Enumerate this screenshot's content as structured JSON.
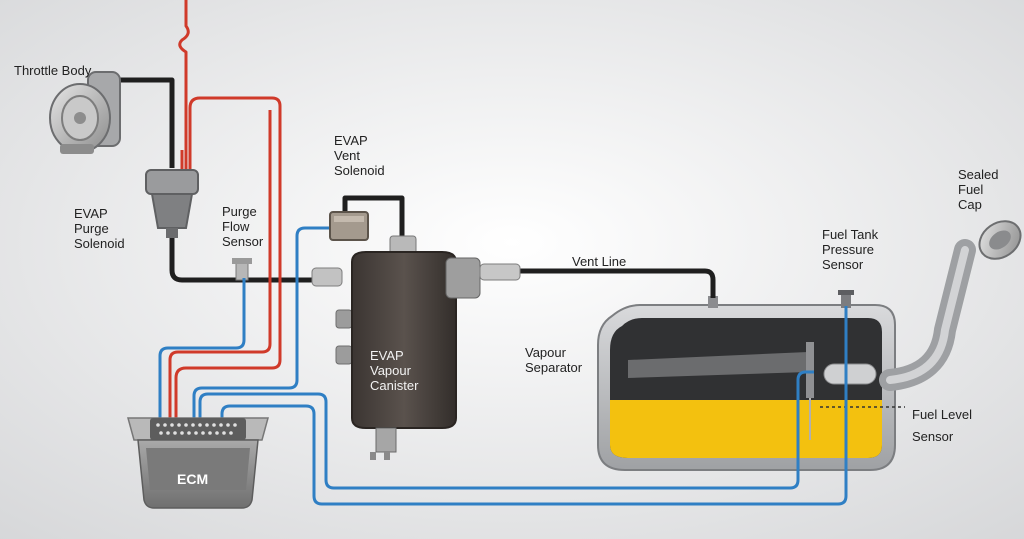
{
  "labels": {
    "throttle_body": "Throttle Body",
    "evap_purge_solenoid": "EVAP\nPurge\nSolenoid",
    "purge_flow_sensor": "Purge\nFlow\nSensor",
    "evap_vent_solenoid": "EVAP\nVent\nSolenoid",
    "evap_vapour_canister": "EVAP\nVapour\nCanister",
    "vent_line": "Vent Line",
    "vapour_separator": "Vapour\nSeparator",
    "fuel_tank_pressure_sensor": "Fuel Tank\nPressure\nSensor",
    "sealed_fuel_cap": "Sealed\nFuel\nCap",
    "fuel_level_sensor": "Fuel Level\nSensor",
    "ecm": "ECM"
  },
  "colors": {
    "vacuum_line": "#1f1f1f",
    "power_wire": "#d03a2a",
    "signal_wire": "#2f7fc4",
    "fuel": "#f3c10f",
    "canister": "#4a4440",
    "ecm_body": "#8e8e8e"
  }
}
